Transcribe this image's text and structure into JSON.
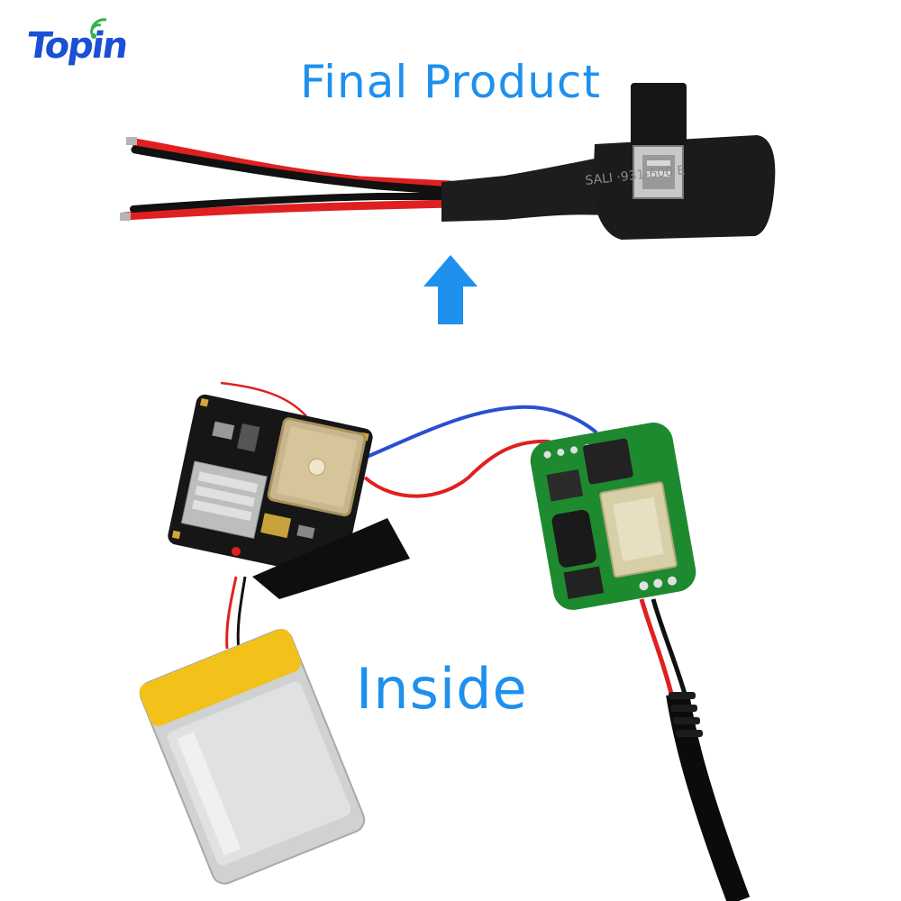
{
  "headline": "Final Product",
  "caption": "Inside",
  "brand": {
    "name": "Topin",
    "color": "#1a4fd6",
    "signal_color": "#2fb34a"
  },
  "device_label": "SALI ·931-600 E",
  "colors": {
    "text_blue": "#1e90ee",
    "arrow_blue": "#1e90ee",
    "wire_red": "#e02020",
    "wire_black": "#111111",
    "wire_blue": "#2a4fd0",
    "pcb_black": "#161616",
    "pcb_green": "#1e8a30",
    "battery_yellow": "#f2c21a"
  }
}
